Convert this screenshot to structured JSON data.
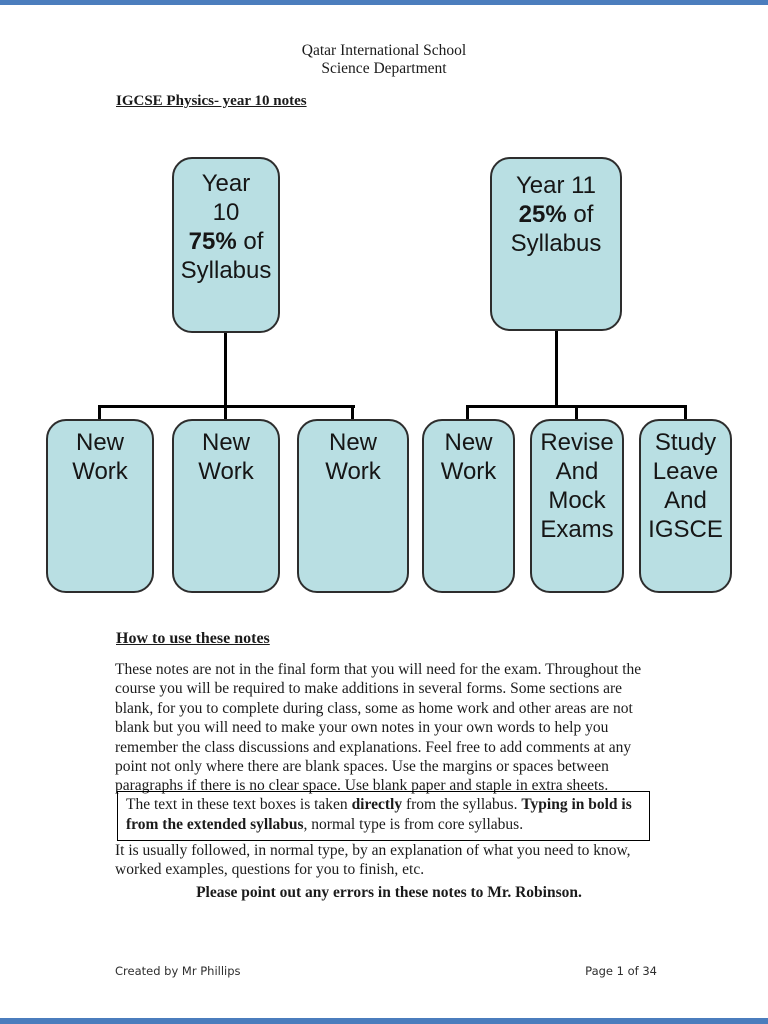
{
  "colors": {
    "edge-bar": "#4b7dbd",
    "box-fill": "#b9dfe3"
  },
  "header": {
    "line1": "Qatar International School",
    "line2": "Science Department"
  },
  "title": "IGCSE Physics- year 10 notes",
  "diagram": {
    "year10": {
      "top": "Year\n10",
      "pct": "75%",
      "pct_suffix": " of",
      "bottom": "Syllabus"
    },
    "year11": {
      "top": "Year 11",
      "pct": "25%",
      "pct_suffix": " of",
      "bottom": "Syllabus"
    },
    "children_year10": [
      "New\nWork",
      "New\nWork",
      "New\nWork"
    ],
    "children_year11": [
      "New\nWork",
      "Revise\nAnd\nMock\nExams",
      "Study\nLeave\nAnd\nIGSCE"
    ]
  },
  "body": {
    "section_heading": "How to use these notes",
    "paragraph1": "These notes are not in the final form that you will need for the exam. Throughout the\ncourse you will be required to make additions in several forms. Some sections are\nblank, for you to complete during class, some as home work and other areas are not\nblank but you will need to make your own notes in your own words to help you\nremember the class discussions and explanations. Feel free to add comments at any\npoint not only where there are blank spaces. Use the margins or spaces between\nparagraphs if there is no clear space. Use blank paper and staple in extra sheets.",
    "callout": {
      "seg1": "The text in these text boxes is taken ",
      "bold1": "directly",
      "seg2": " from the syllabus. ",
      "bold2": "Typing in bold is from the extended syllabus",
      "seg3": ", normal type is from core syllabus."
    },
    "paragraph2": "It is usually followed, in normal type, by an explanation of what you need to know,\nworked examples, questions for you to finish, etc.",
    "notice": "Please point out any errors in these notes to Mr. Robinson."
  },
  "footer": {
    "left": "Created by Mr Phillips",
    "right": "Page 1 of 34"
  }
}
